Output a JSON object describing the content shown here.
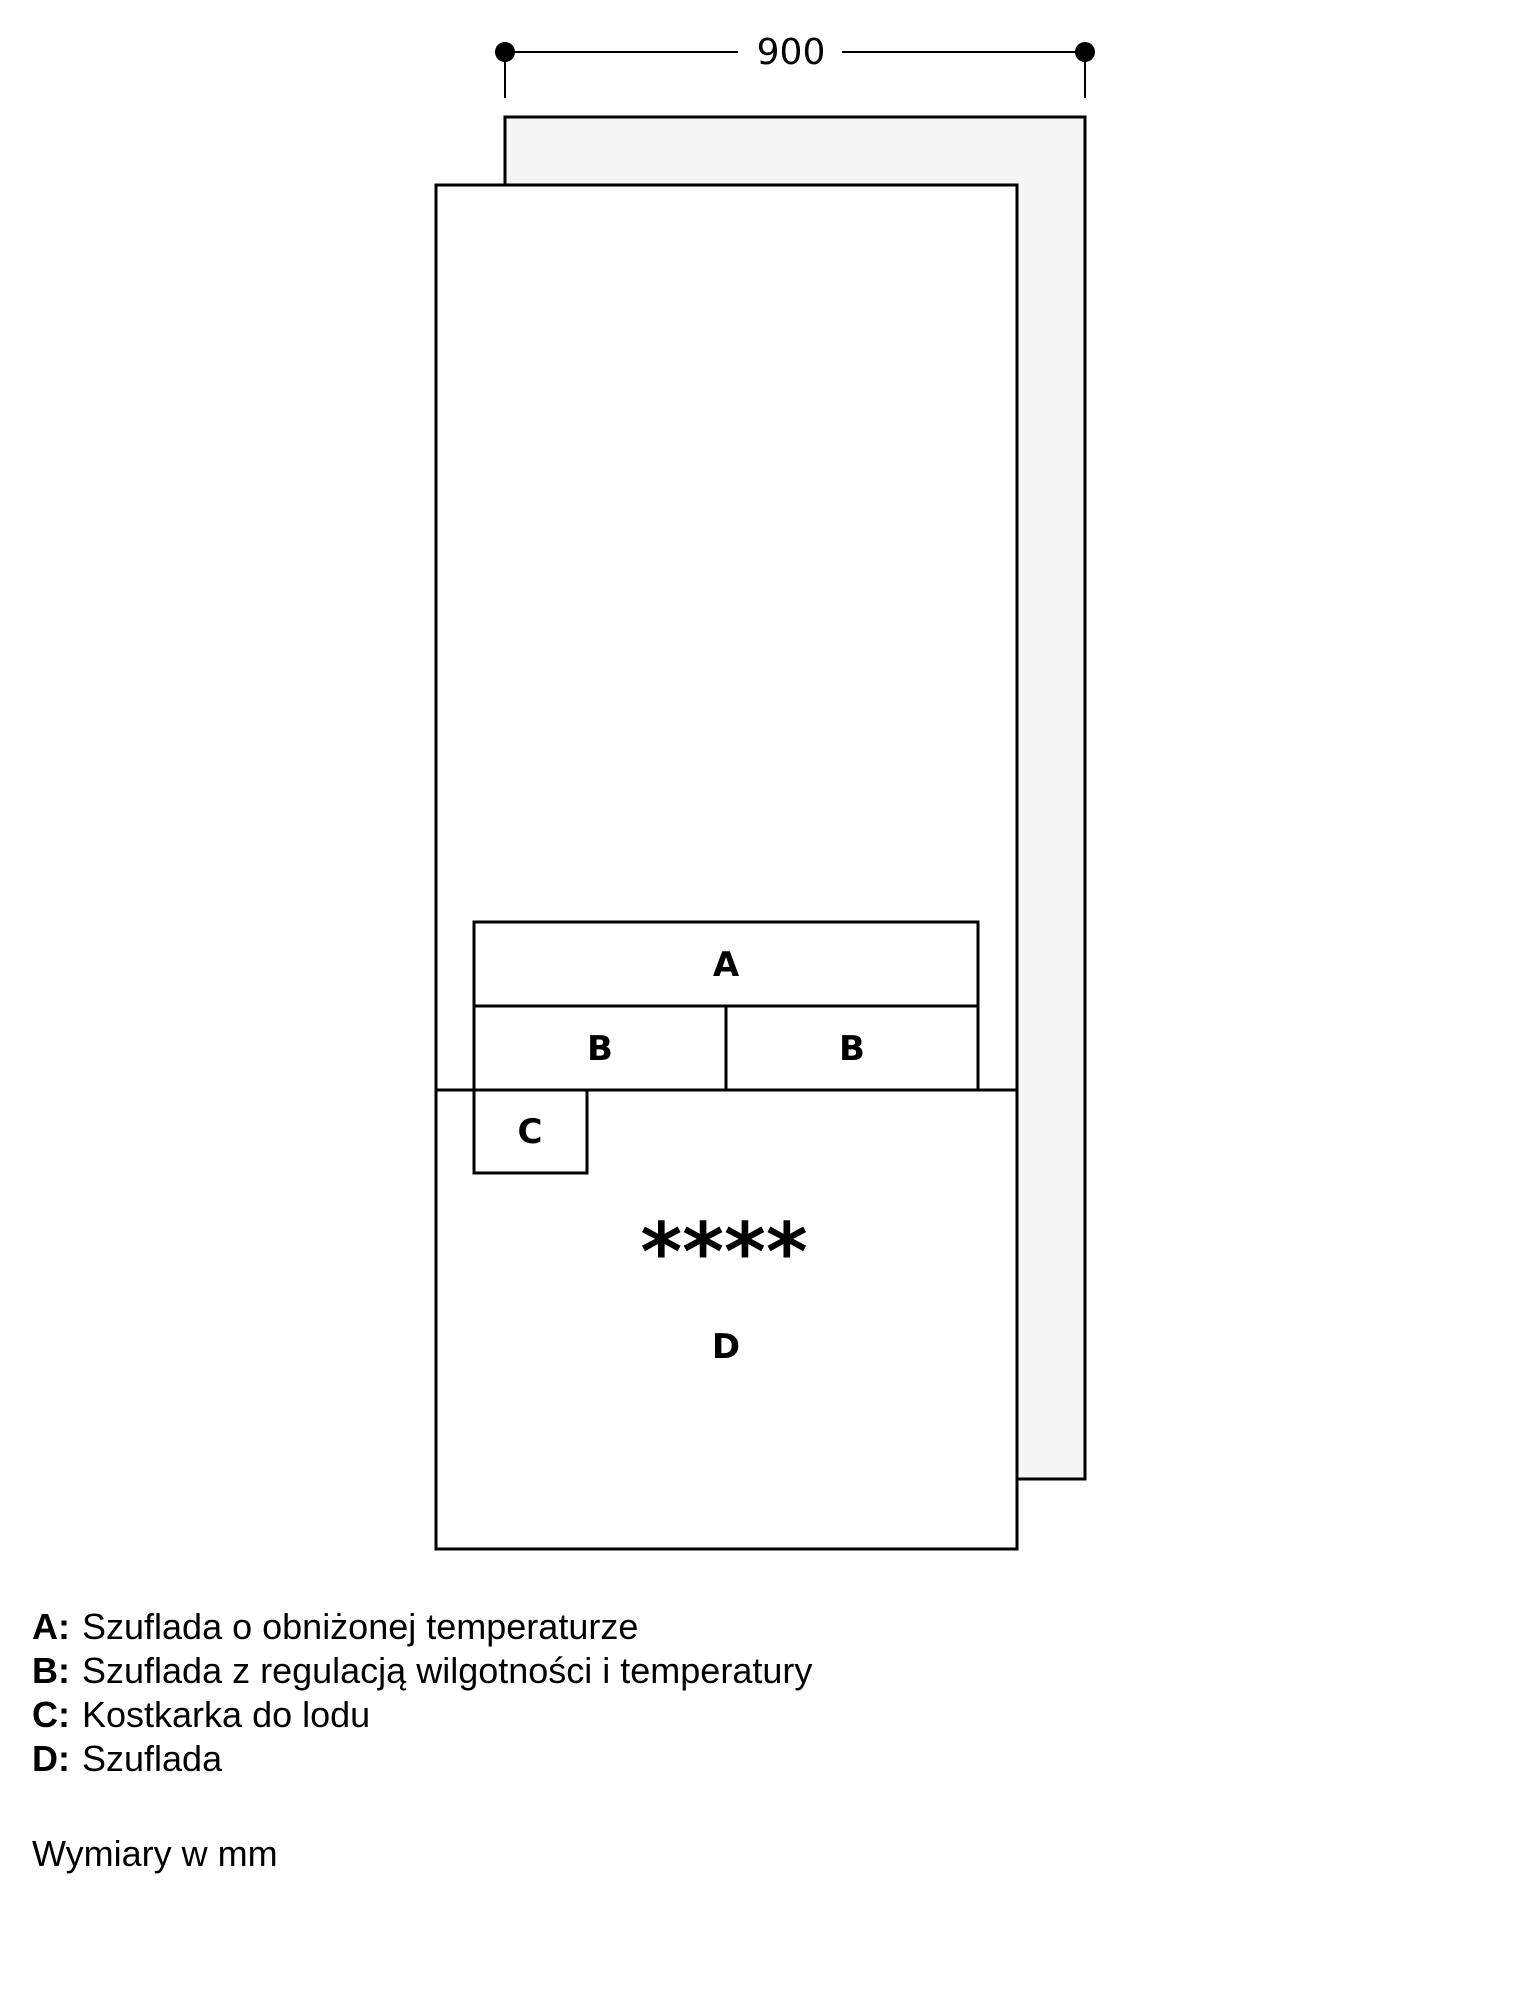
{
  "dimension": {
    "width_label": "900"
  },
  "compartments": {
    "a": "A",
    "b_left": "B",
    "b_right": "B",
    "c": "C",
    "freezer_stars": "****",
    "d": "D"
  },
  "legend": [
    {
      "key": "A:",
      "text": "Szuflada o obniżonej temperaturze"
    },
    {
      "key": "B:",
      "text": "Szuflada z regulacją wilgotności i temperatury"
    },
    {
      "key": "C:",
      "text": "Kostkarka do lodu"
    },
    {
      "key": "D:",
      "text": "Szuflada"
    }
  ],
  "units_note": "Wymiary w mm"
}
